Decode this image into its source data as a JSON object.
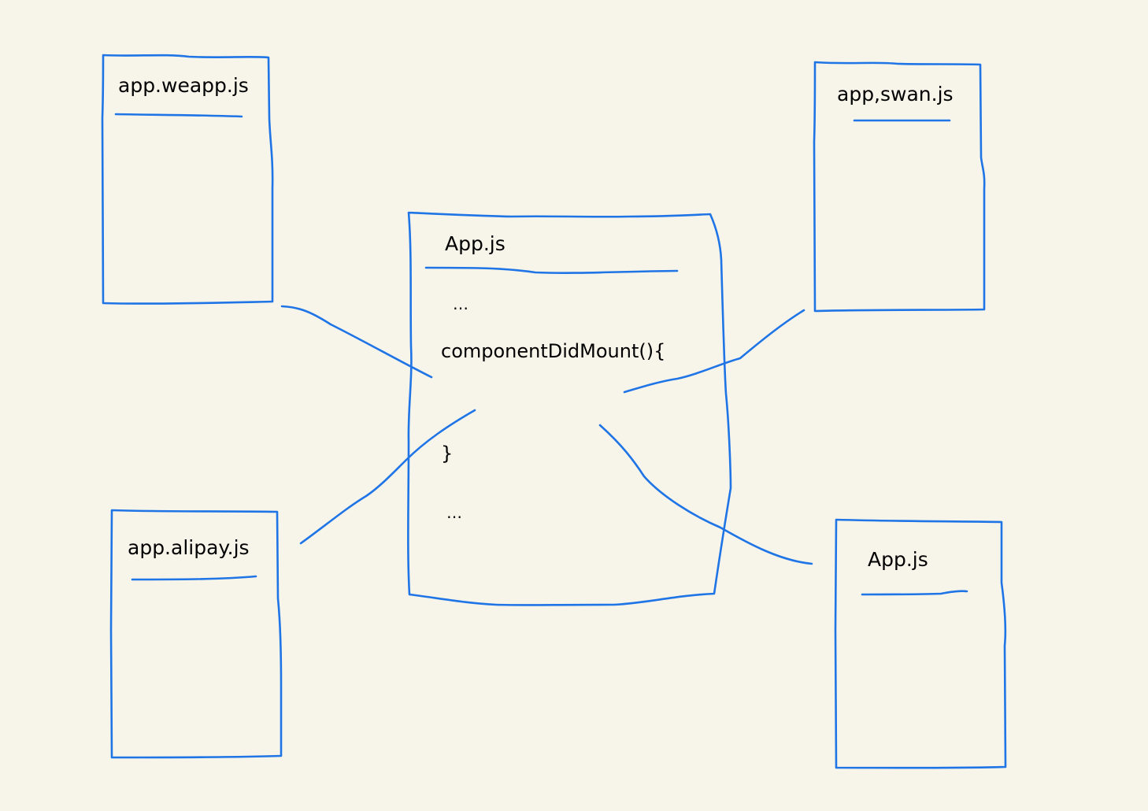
{
  "diagram": {
    "colors": {
      "background": "#f7f5ea",
      "stroke": "#1f74e6",
      "text": "#000000"
    },
    "center_file": {
      "title": "App.js",
      "lines": [
        "…",
        "componentDidMount(){",
        "}",
        "…"
      ]
    },
    "files": {
      "weapp": {
        "title": "app.weapp.js"
      },
      "swan": {
        "title": "app,swan.js"
      },
      "alipay": {
        "title": "app.alipay.js"
      },
      "app": {
        "title": "App.js"
      }
    }
  }
}
